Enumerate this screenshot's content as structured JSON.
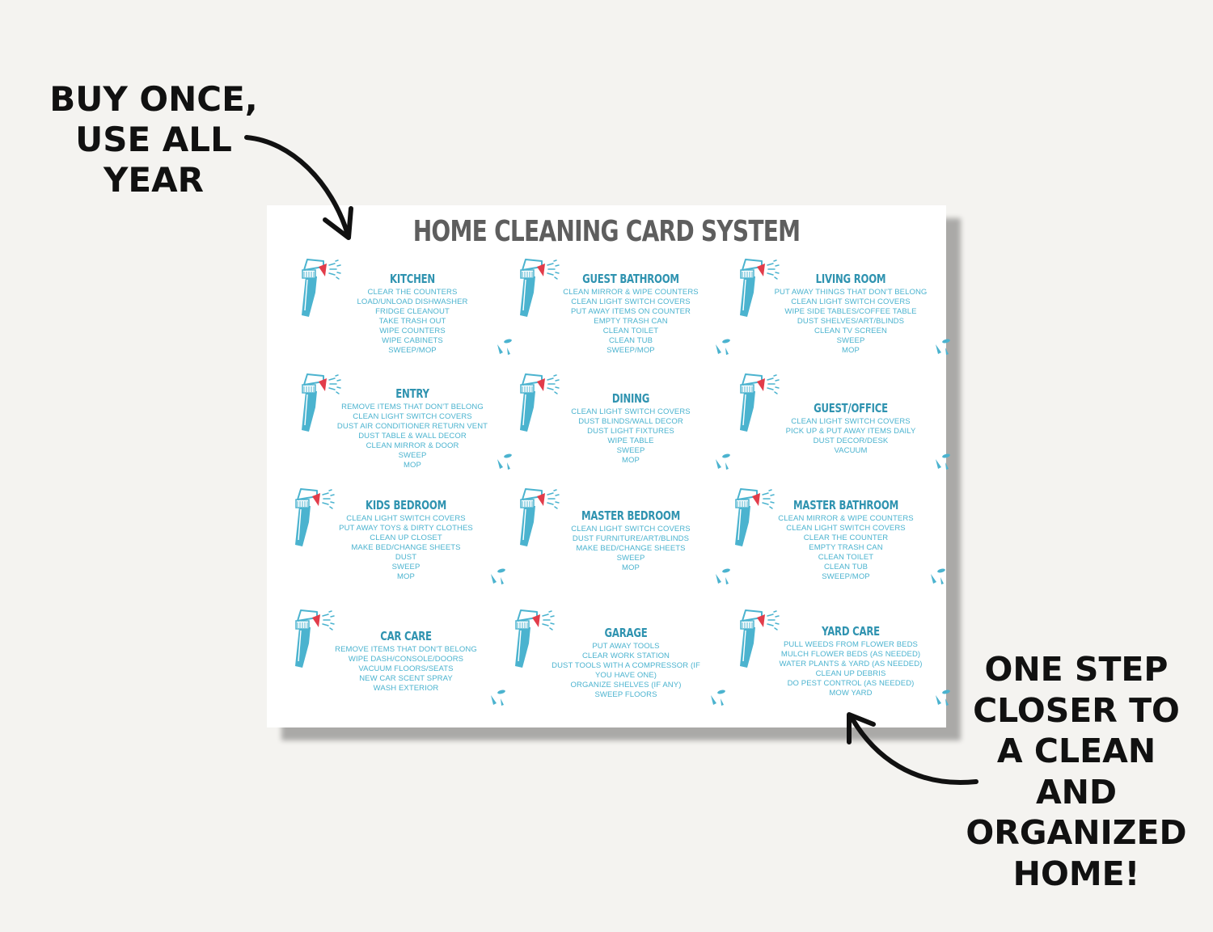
{
  "callouts": {
    "top": [
      "BUY ONCE,",
      "USE ALL",
      "YEAR"
    ],
    "bottom": [
      "ONE STEP",
      "CLOSER TO",
      "A CLEAN",
      "AND",
      "ORGANIZED",
      "HOME!"
    ]
  },
  "sheet": {
    "title": "HOME CLEANING CARD SYSTEM",
    "cards": [
      {
        "title": "KITCHEN",
        "tasks": [
          "CLEAR THE COUNTERS",
          "LOAD/UNLOAD DISHWASHER",
          "FRIDGE CLEANOUT",
          "TAKE TRASH OUT",
          "WIPE COUNTERS",
          "WIPE CABINETS",
          "SWEEP/MOP"
        ]
      },
      {
        "title": "GUEST BATHROOM",
        "tasks": [
          "CLEAN MIRROR & WIPE COUNTERS",
          "CLEAN LIGHT SWITCH COVERS",
          "PUT AWAY ITEMS ON COUNTER",
          "EMPTY TRASH CAN",
          "CLEAN TOILET",
          "CLEAN TUB",
          "SWEEP/MOP"
        ]
      },
      {
        "title": "LIVING ROOM",
        "tasks": [
          "PUT AWAY THINGS THAT DON'T BELONG",
          "CLEAN LIGHT SWITCH COVERS",
          "WIPE SIDE TABLES/COFFEE TABLE",
          "DUST SHELVES/ART/BLINDS",
          "CLEAN TV SCREEN",
          "SWEEP",
          "MOP"
        ]
      },
      {
        "title": "ENTRY",
        "tasks": [
          "REMOVE ITEMS THAT DON'T BELONG",
          "CLEAN LIGHT SWITCH COVERS",
          "DUST AIR CONDITIONER RETURN VENT",
          "DUST TABLE & WALL DECOR",
          "CLEAN MIRROR & DOOR",
          "SWEEP",
          "MOP"
        ]
      },
      {
        "title": "DINING",
        "tasks": [
          "CLEAN LIGHT SWITCH COVERS",
          "DUST BLINDS/WALL DECOR",
          "DUST LIGHT FIXTURES",
          "WIPE TABLE",
          "SWEEP",
          "MOP"
        ]
      },
      {
        "title": "GUEST/OFFICE",
        "tasks": [
          "CLEAN LIGHT SWITCH COVERS",
          "PICK UP & PUT AWAY ITEMS DAILY",
          "DUST DECOR/DESK",
          "VACUUM"
        ]
      },
      {
        "title": "KIDS BEDROOM",
        "tasks": [
          "CLEAN LIGHT SWITCH COVERS",
          "PUT AWAY TOYS & DIRTY CLOTHES",
          "CLEAN UP CLOSET",
          "MAKE BED/CHANGE SHEETS",
          "DUST",
          "SWEEP",
          "MOP"
        ]
      },
      {
        "title": "MASTER BEDROOM",
        "tasks": [
          "CLEAN LIGHT SWITCH COVERS",
          "DUST FURNITURE/ART/BLINDS",
          "MAKE BED/CHANGE SHEETS",
          "SWEEP",
          "MOP"
        ]
      },
      {
        "title": "MASTER BATHROOM",
        "tasks": [
          "CLEAN MIRROR & WIPE COUNTERS",
          "CLEAN LIGHT SWITCH COVERS",
          "CLEAR THE COUNTER",
          "EMPTY TRASH CAN",
          "CLEAN TOILET",
          "CLEAN TUB",
          "SWEEP/MOP"
        ]
      },
      {
        "title": "CAR CARE",
        "tasks": [
          "REMOVE ITEMS THAT DON'T BELONG",
          "WIPE DASH/CONSOLE/DOORS",
          "VACUUM FLOORS/SEATS",
          "NEW CAR SCENT SPRAY",
          "WASH EXTERIOR"
        ]
      },
      {
        "title": "GARAGE",
        "tasks": [
          "PUT AWAY TOOLS",
          "CLEAR WORK STATION",
          "DUST TOOLS WITH A COMPRESSOR (IF",
          "YOU HAVE ONE)",
          "ORGANIZE SHELVES (IF ANY)",
          "SWEEP FLOORS"
        ]
      },
      {
        "title": "YARD CARE",
        "tasks": [
          "PULL WEEDS FROM FLOWER BEDS",
          "MULCH FLOWER BEDS (AS NEEDED)",
          "WATER PLANTS & YARD (AS NEEDED)",
          "CLEAN UP DEBRIS",
          "DO PEST CONTROL (AS NEEDED)",
          "MOW YARD"
        ]
      }
    ]
  },
  "colors": {
    "background": "#f4f3f0",
    "sheet": "#ffffff",
    "title": "#5e5e5e",
    "card_title": "#2f93b0",
    "task_text": "#4bb3cf",
    "bottle_blue": "#4bb3cf",
    "nozzle_red": "#e23c4a",
    "callout_text": "#111111"
  },
  "icons": [
    "spray-bottle-icon",
    "water-drops-icon",
    "curved-arrow-icon"
  ]
}
